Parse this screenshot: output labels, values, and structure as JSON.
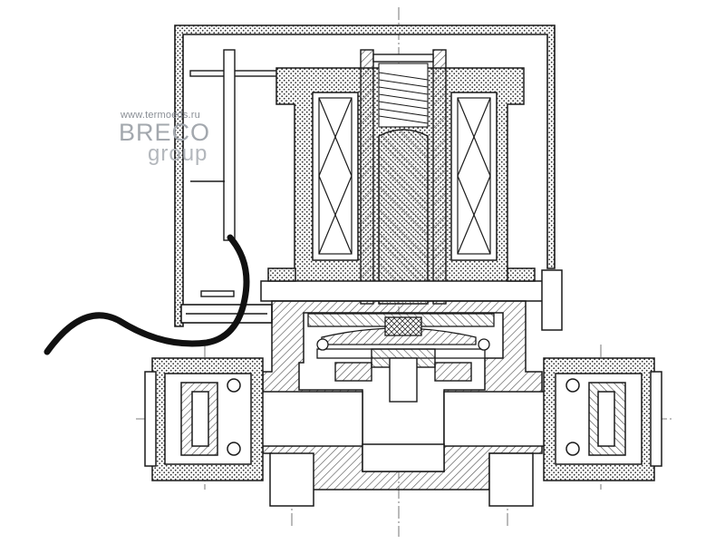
{
  "watermark": {
    "url": "www.termoeds.ru",
    "brand": "BRECO",
    "group": "group",
    "color": "#a3a8ae"
  },
  "palette": {
    "line": "#1a1a1a",
    "cable": "#111111",
    "hatch": "#555555",
    "fill_light": "#ffffff"
  }
}
